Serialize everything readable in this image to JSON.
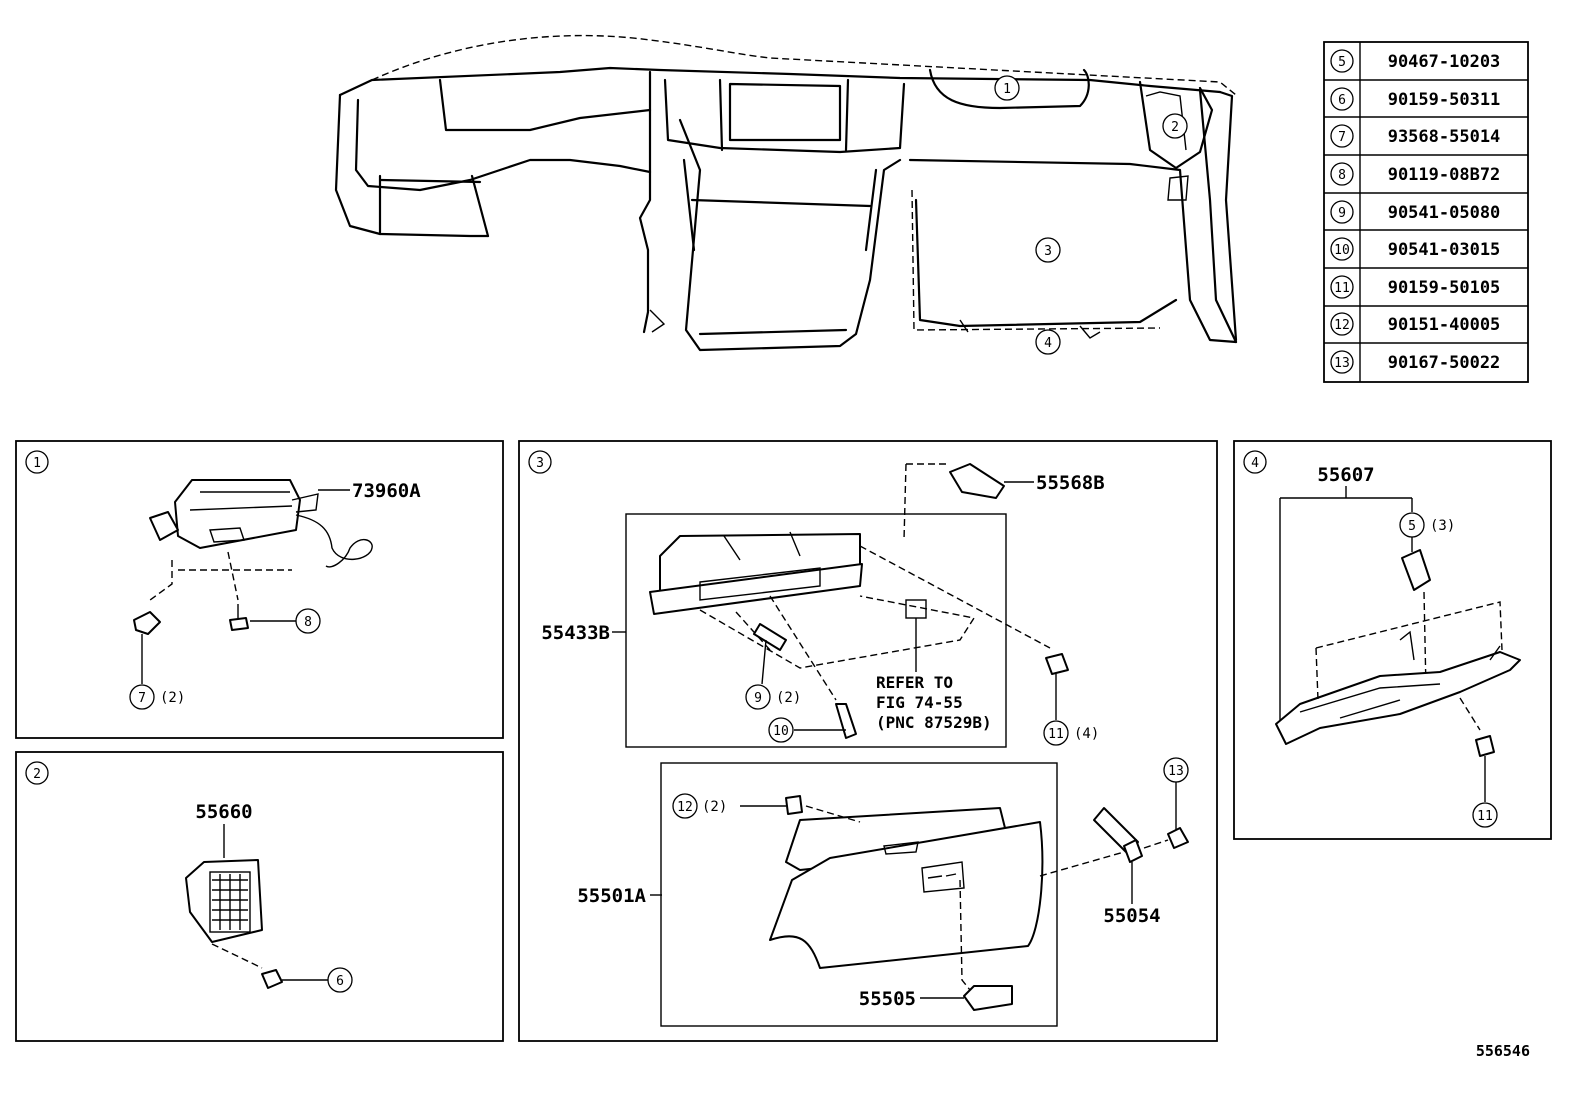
{
  "diagram_id": "556546",
  "callouts_main": [
    "1",
    "2",
    "3",
    "4"
  ],
  "fastener_table": [
    {
      "ref": "5",
      "part": "90467-10203"
    },
    {
      "ref": "6",
      "part": "90159-50311"
    },
    {
      "ref": "7",
      "part": "93568-55014"
    },
    {
      "ref": "8",
      "part": "90119-08B72"
    },
    {
      "ref": "9",
      "part": "90541-05080"
    },
    {
      "ref": "10",
      "part": "90541-03015"
    },
    {
      "ref": "11",
      "part": "90159-50105"
    },
    {
      "ref": "12",
      "part": "90151-40005"
    },
    {
      "ref": "13",
      "part": "90167-50022"
    }
  ],
  "panel1": {
    "number": "1",
    "part": "73960A",
    "fastener_a": "7",
    "fastener_a_qty": "(2)",
    "fastener_b": "8"
  },
  "panel2": {
    "number": "2",
    "part": "55660",
    "fastener": "6"
  },
  "panel3": {
    "number": "3",
    "part_top": "55568B",
    "part_upper": "55433B",
    "part_box": "55501A",
    "part_lock": "55054",
    "part_latch": "55505",
    "ref_note_1": "REFER TO",
    "ref_note_2": "FIG 74-55",
    "ref_note_3": "(PNC 87529B)",
    "f9": "9",
    "f9_qty": "(2)",
    "f10": "10",
    "f11": "11",
    "f11_qty": "(4)",
    "f12": "12",
    "f12_qty": "(2)",
    "f13": "13"
  },
  "panel4": {
    "number": "4",
    "part": "55607",
    "f5": "5",
    "f5_qty": "(3)",
    "f11": "11"
  }
}
